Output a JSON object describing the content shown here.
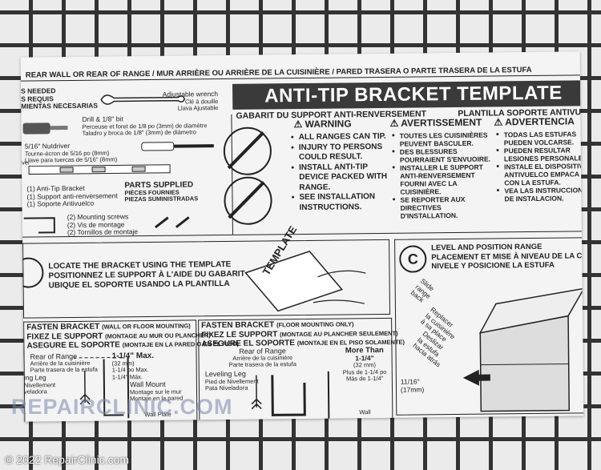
{
  "header_strip": "REAR WALL OR REAR OF RANGE / MUR ARRIÈRE OU ARRIÈRE DE LA CUISINIÈRE / PARED TRASERA O PARTE TRASERA DE LA ESTUFA",
  "title": "ANTI-TIP BRACKET TEMPLATE",
  "subtitle_fr": "GABARIT DU SUPPORT ANTI-RENVERSEMENT",
  "subtitle_es": "PLANTILLA SOPORTE ANTIVUEL",
  "tools": {
    "needed": [
      "S NEEDED",
      "S REQUIS",
      "MIENTAS NECESARIAS"
    ],
    "wrench": [
      "Adjustable wrench",
      "Clé à douille",
      "Llava Ajustable"
    ],
    "drill": [
      "Drill & 1/8\" bit",
      "Perceuse et foret de 1/8 po (3mm) de diamètre",
      "Taladro y broca de 1/8\" (3mm) de diámetro"
    ],
    "nutdriver": [
      "5/16\" Nutdriver",
      "Tourne-écron de 5/16 po (8mm)",
      "Llave para tuercas de 5/16\" (8mm)"
    ],
    "level_label": "vel"
  },
  "parts": {
    "head": [
      "PARTS SUPPLIED",
      "PIÈCES FOURNIES",
      "PIEZAS SUMINISTRADAS"
    ],
    "bracket": [
      "(1) Anti-Tip Bracket",
      "(1) Support anti-renversement",
      "(1) Soporte Antivuelco"
    ],
    "screws": [
      "(2) Mounting screws",
      "(2) Vis de montage",
      "(2) Tornillos de montaje"
    ]
  },
  "warnings": {
    "en_head": "WARNING",
    "fr_head": "AVERTISSEMENT",
    "es_head": "ADVERTENCIA",
    "en": [
      "ALL RANGES CAN TIP.",
      "INJURY TO PERSONS COULD RESULT.",
      "INSTALL ANTI-TIP DEVICE PACKED WITH RANGE.",
      "SEE INSTALLATION INSTRUCTIONS."
    ],
    "fr": [
      "TOUTES LES CUISINIÈRES PEUVENT BASCULER.",
      "DES BLESSURES POURRAIENT S'ENVUOIRE.",
      "INSTALLER LE SUPPORT ANTI-RENVERSEMENT FOURNI AVEC LA CUISINIÈRE.",
      "SE REPORTER AUX DIRECTIVES D'INSTALLATION."
    ],
    "es": [
      "TODAS LAS ESTUFAS PUEDEN VOLCARSE.",
      "PUEDEN RESULTAR LESIONES PERSONALE",
      "INSTALE EL DISPOSITIV ANTIVUELCO EMPACA CON LA ESTUFA.",
      "VEA LAS INSTRUCCION DE INSTALACION."
    ]
  },
  "stepA": {
    "lines": [
      "LOCATE THE BRACKET USING THE TEMPLATE",
      "POSITIONNEZ LE SUPPORT À L'AIDE DU GABARIT",
      "UBIQUE EL SOPORTE USANDO LA PLANTILLA"
    ],
    "template_word": "TEMPLATE"
  },
  "stepB_wall": {
    "head": "FASTEN BRACKET",
    "head_note": "(WALL OR FLOOR MOUNTING)",
    "fr": "FIXEZ LE SUPPORT",
    "fr_note": "(MONTAGE AU MUR OU PLANCHER)",
    "es": "ASEGURE EL SOPORTE",
    "es_note": "(MONTAJE EN LA PARED O EN EL PISO)",
    "rear": [
      "Rear of Range",
      "Arrière de la cuisinière",
      "Parte trasera de la estufa"
    ],
    "leg": [
      "ing Leg",
      "Nivellement",
      "veladora"
    ],
    "dim": [
      "1-1/4\" Max.",
      "(32 mm)",
      "1-1/4 po Max.",
      "1-1/4\" Máx."
    ],
    "wall_mount": [
      "Wall Mount",
      "Montage sur le mur",
      "Montaje en la pared"
    ],
    "wall_plate": "Wall Plate"
  },
  "stepB_floor": {
    "head": "FASTEN BRACKET",
    "head_note": "(FLOOR MOUNTING ONLY)",
    "fr": "FIXEZ LE SUPPORT",
    "fr_note": "(MONTAGE AU PLANCHER SEULEMENT)",
    "es": "ASEGURE EL SOPORTE",
    "es_note": "(MONTAJE EN EL PISO SOLAMENTE)",
    "rear": [
      "Rear of Range",
      "Arrière de la cuisinière",
      "Parte trasera de la estufa"
    ],
    "leg": [
      "Leveling Leg",
      "Pied de Nivellement",
      "Pata Niveladora"
    ],
    "dim": [
      "More Than",
      "1-1/4\"",
      "(32 mm)",
      "Plus de 1-1/4 po",
      "Más de 1-1/4\""
    ],
    "wall": "Wall"
  },
  "stepC": {
    "letter": "C",
    "lines": [
      "LEVEL AND POSITION RANGE",
      "PLACEMENT ET MISE À NIVEAU DE LA CUISI",
      "NIVELE Y POSICIONE LA ESTUFA"
    ],
    "slide": [
      "Slide",
      "range",
      "back"
    ],
    "replace": [
      "Replacer",
      "la cuisinière",
      "à sa place"
    ],
    "deslizar": [
      "Deslizar",
      "la estufa",
      "hacia atrás"
    ],
    "dim": [
      "11/16\"",
      "(17mm)"
    ]
  },
  "watermark": "REPAIRCLINIC.COM",
  "copyright": "© 2022 RepairClinic.com"
}
